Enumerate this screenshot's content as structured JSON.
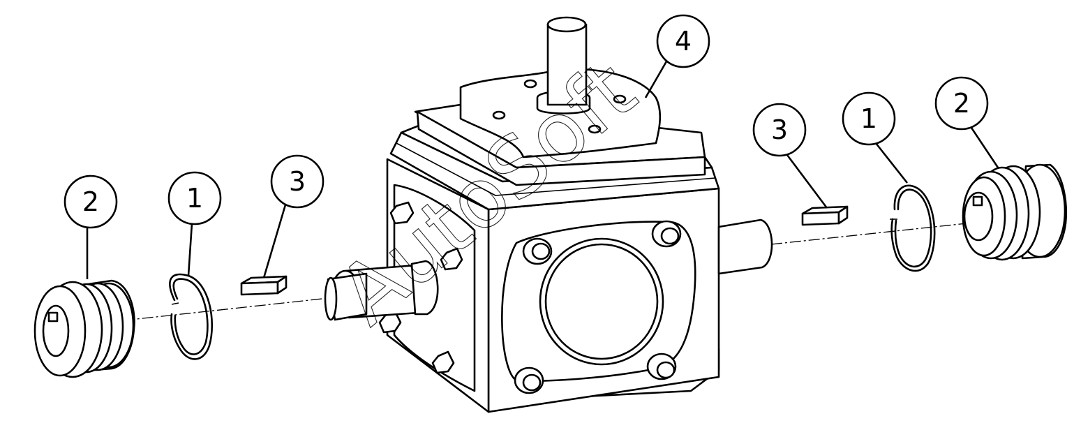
{
  "drawing": {
    "stroke_color": "#000000",
    "background_color": "#ffffff",
    "watermark_text": "AutoSoft",
    "callouts": [
      {
        "label": "2"
      },
      {
        "label": "1"
      },
      {
        "label": "3"
      },
      {
        "label": "4"
      },
      {
        "label": "3"
      },
      {
        "label": "1"
      },
      {
        "label": "2"
      }
    ]
  }
}
